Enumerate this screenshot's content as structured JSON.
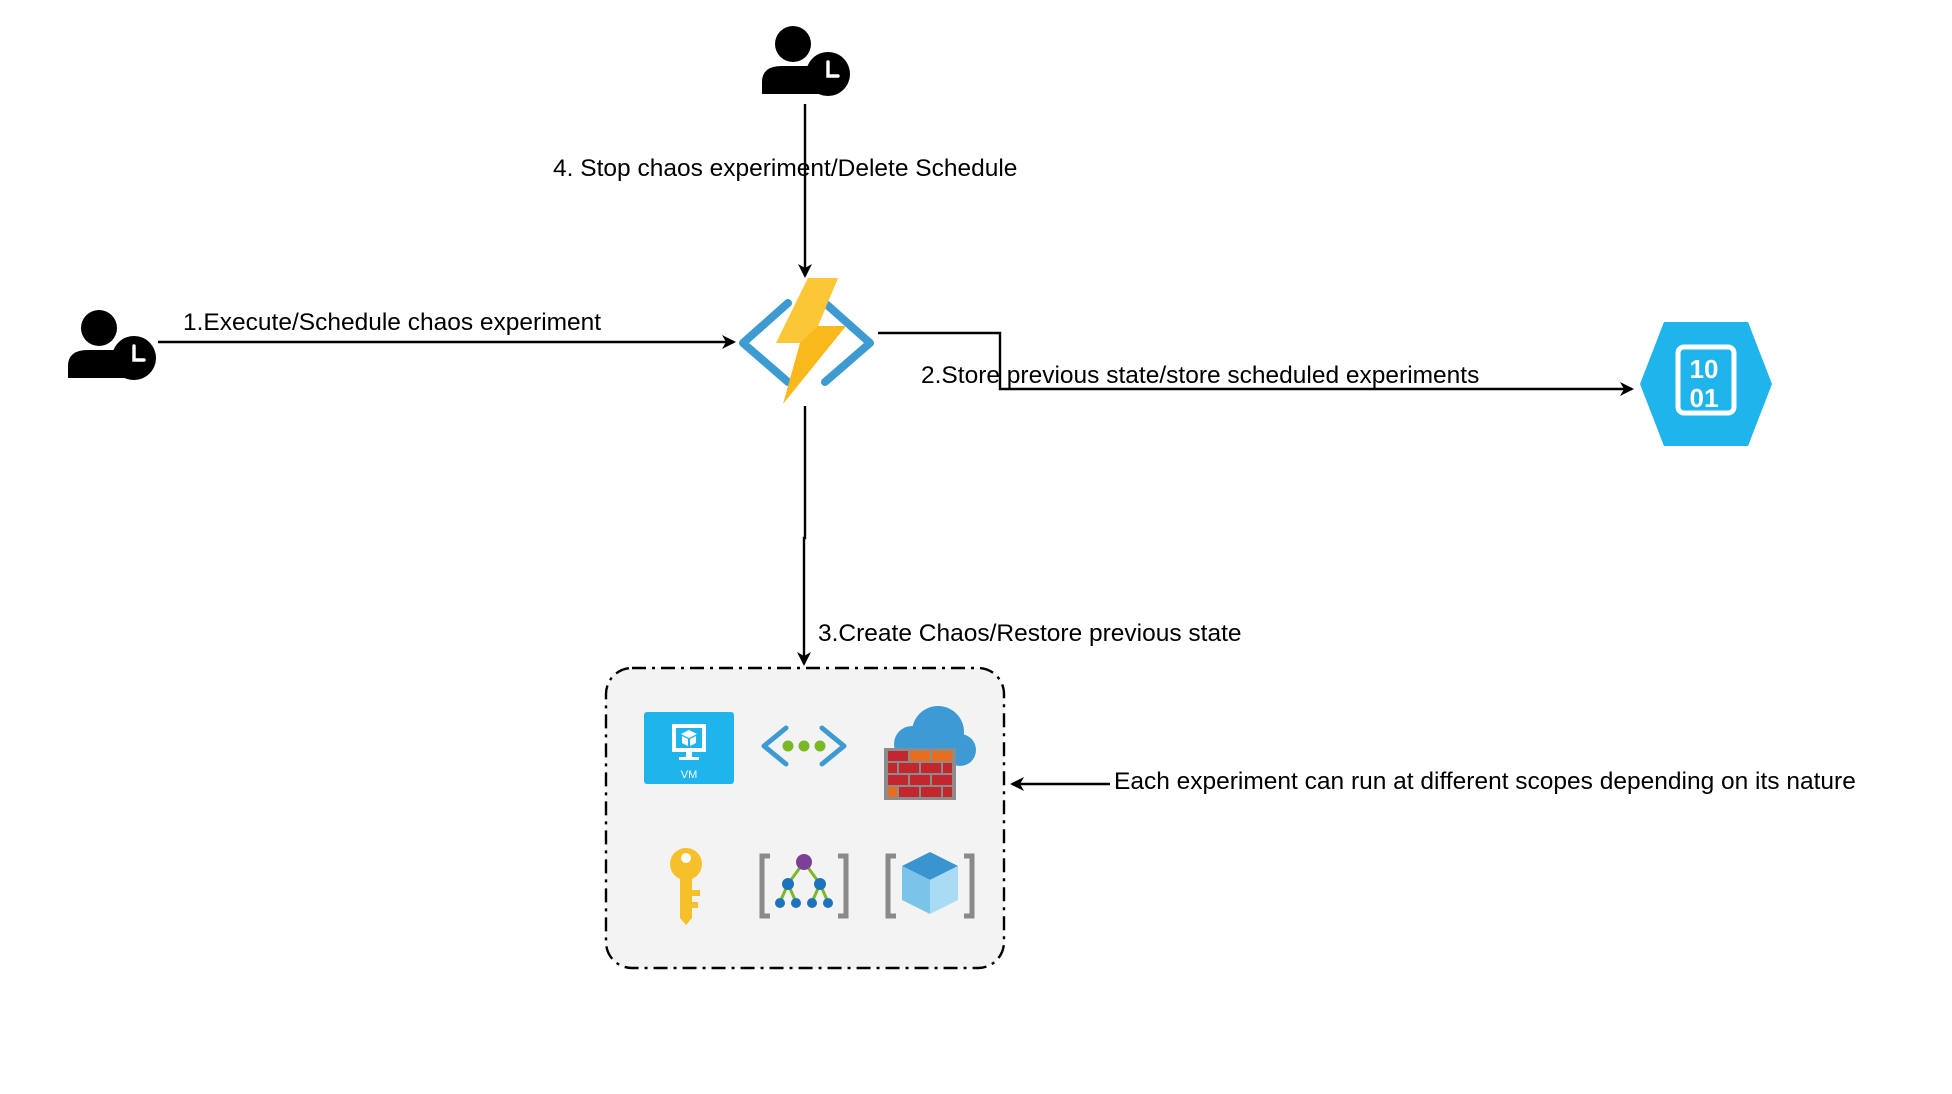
{
  "labels": {
    "step1": "1.Execute/Schedule chaos experiment",
    "step2": "2.Store previous state/store scheduled experiments",
    "step3": "3.Create Chaos/Restore previous state",
    "step4": "4. Stop chaos experiment/Delete Schedule",
    "scope_note": "Each experiment can run at different scopes depending on its nature"
  },
  "icons": {
    "user_left": "user-clock-icon",
    "user_top": "user-clock-icon",
    "function": "azure-function-icon",
    "storage": "blob-storage-binary-icon",
    "vm": "virtual-machine-icon",
    "vm_badge": "VM",
    "network": "virtual-network-icon",
    "firewall": "cloud-firewall-icon",
    "key_vault": "key-vault-icon",
    "resource_graph": "resource-graph-icon",
    "app_service": "container-cube-icon",
    "storage_digits_top": "10",
    "storage_digits_bottom": "01"
  },
  "colors": {
    "line": "#000000",
    "function_bolt": "#f9b81c",
    "function_brackets": "#3e9bd1",
    "storage_hex": "#1fb4eb",
    "vm_tile": "#1fb4eb",
    "scope_box_fill": "#f3f3f3",
    "firewall_brick": "#c1272d",
    "cloud": "#3d9ad4",
    "key": "#f5c02a"
  }
}
